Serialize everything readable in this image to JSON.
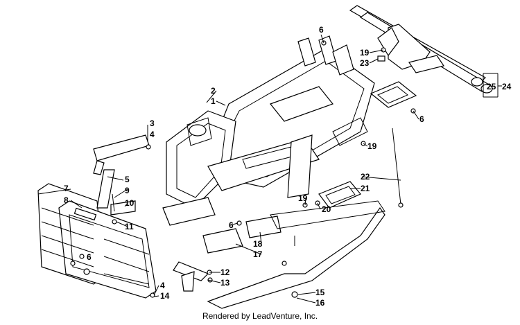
{
  "diagram": {
    "callouts": [
      "1",
      "2",
      "3",
      "4",
      "5",
      "6",
      "7",
      "8",
      "9",
      "10",
      "11",
      "6",
      "12",
      "13",
      "4",
      "14",
      "15",
      "16",
      "17",
      "18",
      "6",
      "19",
      "20",
      "21",
      "22",
      "19",
      "6",
      "24",
      "25",
      "6",
      "19",
      "23"
    ]
  },
  "footer": {
    "credit": "Rendered by LeadVenture, Inc."
  }
}
